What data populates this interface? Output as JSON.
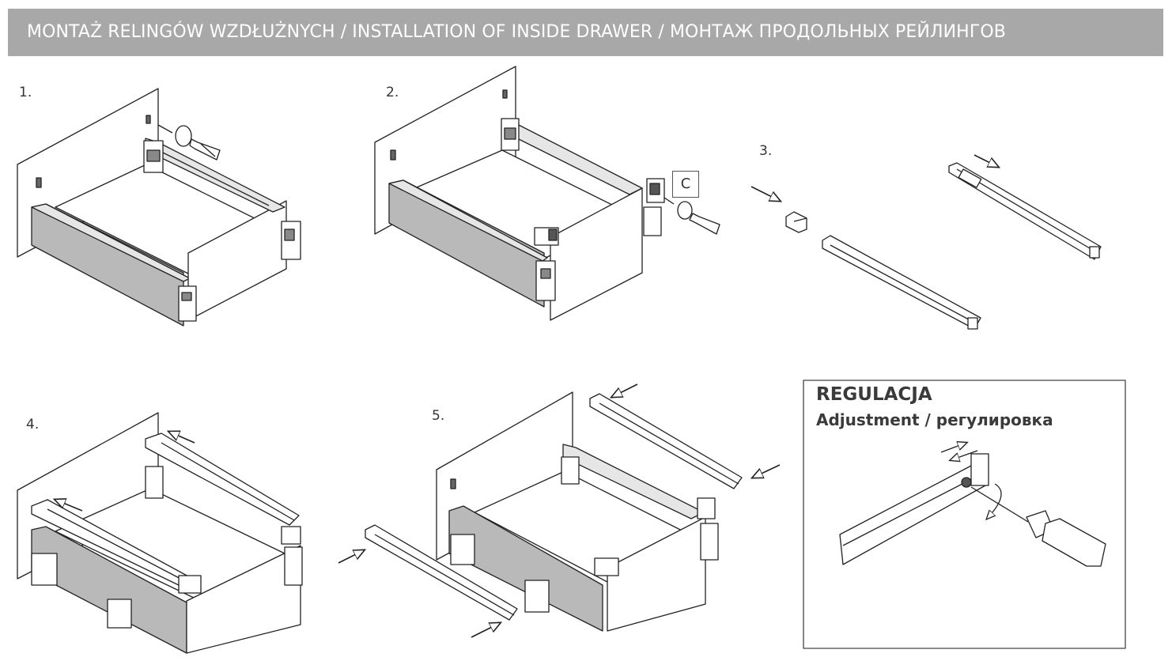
{
  "header": {
    "title": "MONTAŻ RELINGÓW WZDŁUŻNYCH / INSTALLATION OF INSIDE DRAWER / МОНТАЖ ПРОДОЛЬНЫХ РЕЙЛИНГОВ"
  },
  "steps": [
    "1.",
    "2.",
    "3.",
    "4.",
    "5."
  ],
  "detail_label": "C",
  "adjustment": {
    "title": "REGULACJA",
    "subtitle": "Adjustment / регулировка"
  },
  "colors": {
    "header_bg": "#a8a8a9",
    "header_text": "#ffffff",
    "line": "#222222",
    "panel": "#b9b9b9",
    "panel_light": "#e6e6e6"
  }
}
